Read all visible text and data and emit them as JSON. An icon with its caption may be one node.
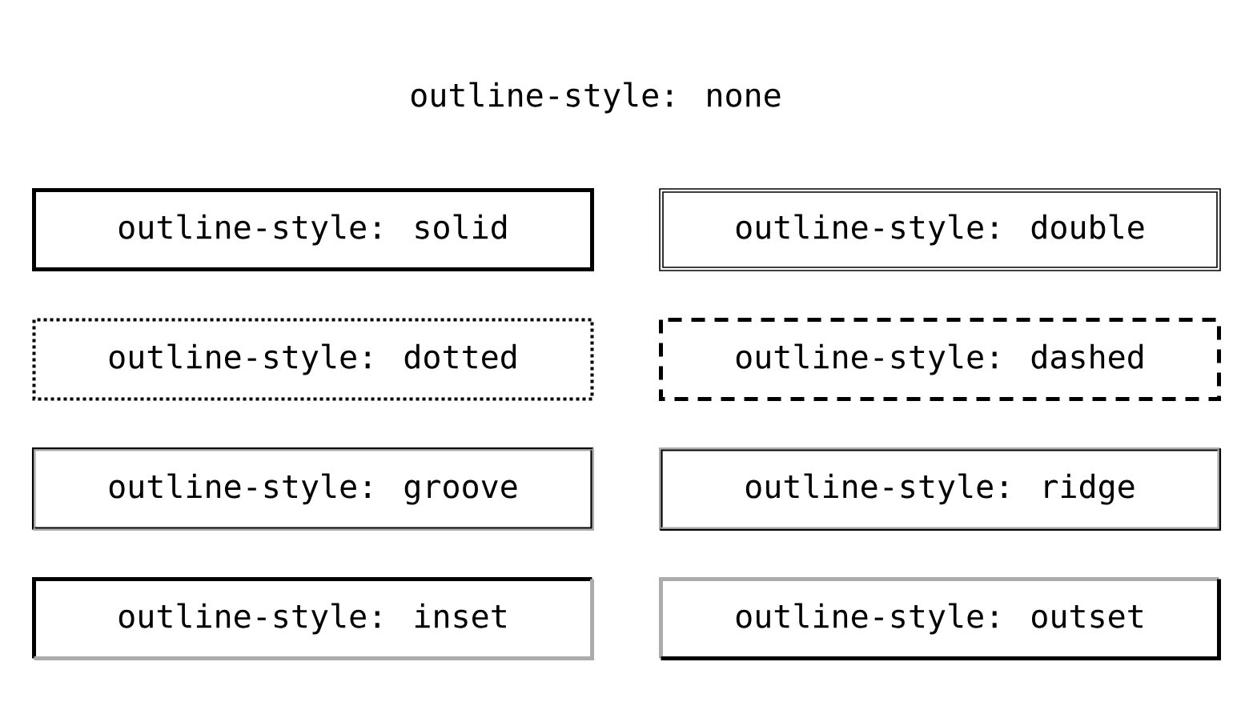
{
  "diagram": {
    "nodes": [
      {
        "text": [
          "outline-style: none"
        ]
      },
      {
        "text": [
          "outline-style: solid"
        ]
      },
      {
        "text": [
          "outline-style: double"
        ]
      },
      {
        "text": [
          "outline-style: dotted"
        ]
      },
      {
        "text": [
          "outline-style: dashed"
        ]
      },
      {
        "text": [
          "outline-style: groove"
        ]
      },
      {
        "text": [
          "outline-style: ridge"
        ]
      },
      {
        "text": [
          "outline-style: inset"
        ]
      },
      {
        "text": [
          "outline-style: outset"
        ]
      }
    ]
  }
}
